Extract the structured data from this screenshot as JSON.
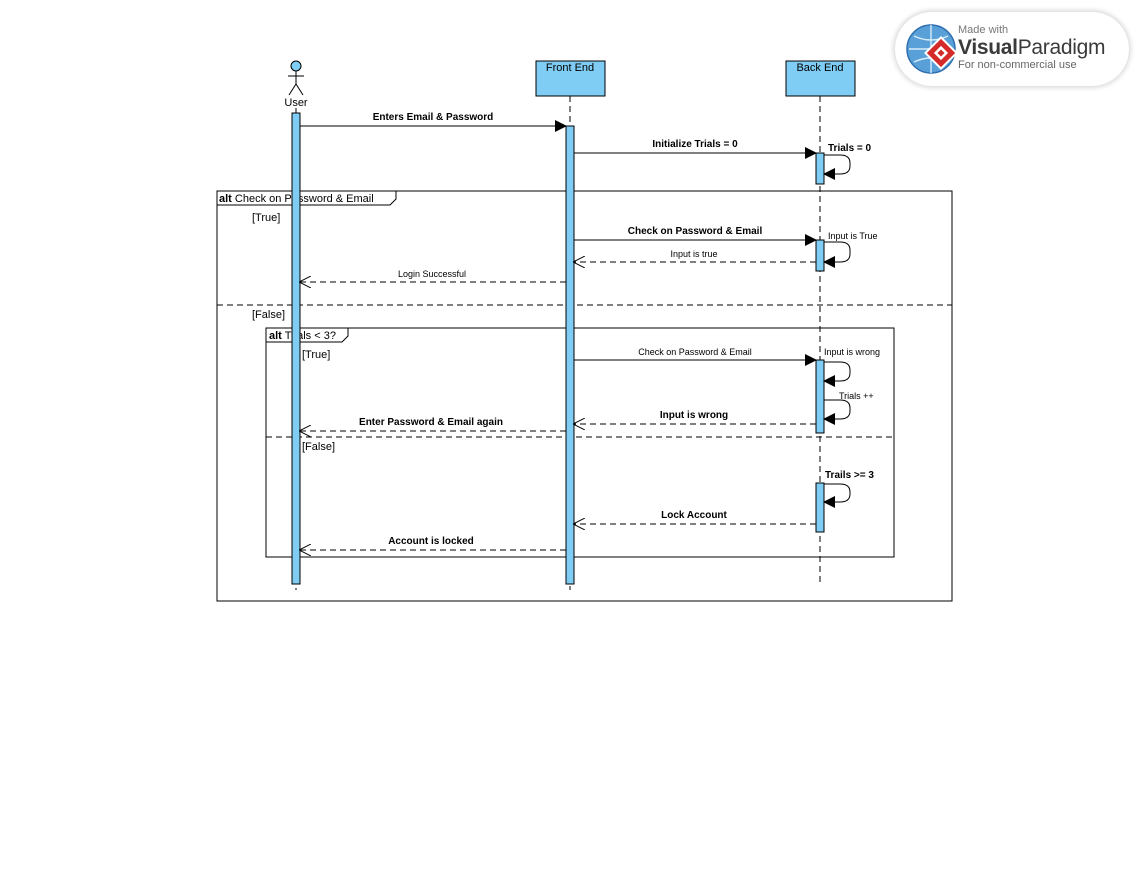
{
  "participants": {
    "user": "User",
    "front_end": "Front End",
    "back_end": "Back End"
  },
  "messages": {
    "m1": "Enters Email & Password",
    "m2": "Initialize Trials = 0",
    "m3": "Trials = 0",
    "m4": "Check on Password & Email",
    "m5": "Input is True",
    "m6": "Input is true",
    "m7": "Login Successful",
    "m8": "Check on Password & Email",
    "m9": "Input is wrong",
    "m10": "Trials ++",
    "m11": "Input is wrong",
    "m12": "Enter Password & Email again",
    "m13": "Trails >= 3",
    "m14": "Lock Account",
    "m15": "Account is locked"
  },
  "fragments": {
    "outer": {
      "keyword": "alt",
      "title": " Check on Password & Email",
      "guard_true": "[True]",
      "guard_false": "[False]"
    },
    "inner": {
      "keyword": "alt",
      "title": " Trials < 3?",
      "guard_true": "[True]",
      "guard_false": "[False]"
    }
  },
  "watermark": {
    "made_with": "Made with",
    "brand_visual": "Visual",
    "brand_paradigm": "Paradigm",
    "subtitle": "For non-commercial use"
  },
  "colors": {
    "participant_fill": "#7fcdf4",
    "activation_fill": "#7fcdf4",
    "line": "#000000"
  }
}
